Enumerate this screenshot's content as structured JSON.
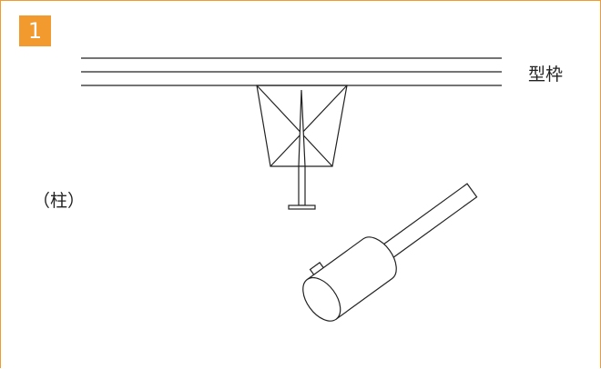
{
  "step": {
    "number": "1"
  },
  "labels": {
    "formwork": "型枠",
    "column": "（柱）"
  },
  "colors": {
    "accent": "#f29a2e",
    "stroke": "#222222"
  },
  "icons": [
    "nail-icon",
    "hammer-icon"
  ]
}
